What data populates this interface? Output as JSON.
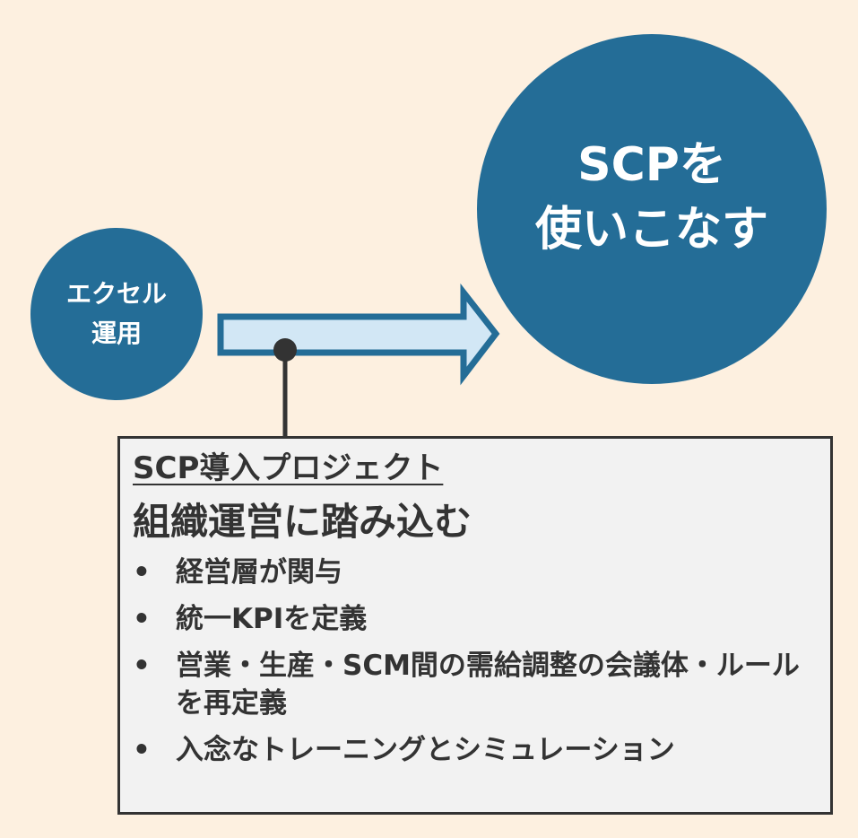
{
  "diagram": {
    "start_node": {
      "line1": "エクセル",
      "line2": "運用"
    },
    "end_node": {
      "line1": "SCPを",
      "line2": "使いこなす"
    },
    "callout": {
      "subtitle": "SCP導入プロジェクト",
      "title": "組織運営に踏み込む",
      "bullet_glyph": "•",
      "items": [
        {
          "text": "経営層が関与"
        },
        {
          "text": "統一KPIを定義"
        },
        {
          "text": "営業・生産・SCM間の需給調整の会議体・ルールを再定義"
        },
        {
          "text": "入念なトレーニングとシミュレーション"
        }
      ]
    },
    "colors": {
      "background": "#fdf0e0",
      "circle": "#246d97",
      "arrow_fill": "#d2e7f5",
      "arrow_stroke": "#246d97",
      "callout_bg": "#f2f2f2",
      "text_dark": "#333333"
    }
  }
}
